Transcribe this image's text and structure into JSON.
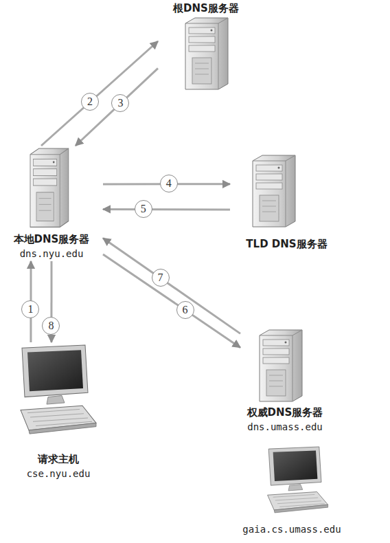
{
  "diagram": {
    "nodes": [
      {
        "text": [
          "根DNS服务器"
        ]
      },
      {
        "text": [
          "本地DNS服务器",
          "dns.nyu.edu"
        ]
      },
      {
        "text": [
          "TLD DNS服务器"
        ]
      },
      {
        "text": [
          "权威DNS服务器",
          "dns.umass.edu"
        ]
      },
      {
        "text": [
          "请求主机",
          "cse.nyu.edu"
        ]
      },
      {
        "text": [
          "gaia.cs.umass.edu"
        ]
      }
    ],
    "edges": [
      {
        "from": 4,
        "to": 1,
        "label": "1",
        "arrow": "to"
      },
      {
        "from": 1,
        "to": 0,
        "label": "2",
        "arrow": "to"
      },
      {
        "from": 0,
        "to": 1,
        "label": "3",
        "arrow": "to"
      },
      {
        "from": 1,
        "to": 2,
        "label": "4",
        "arrow": "to"
      },
      {
        "from": 2,
        "to": 1,
        "label": "5",
        "arrow": "to"
      },
      {
        "from": 1,
        "to": 3,
        "label": "6",
        "arrow": "to"
      },
      {
        "from": 3,
        "to": 1,
        "label": "7",
        "arrow": "to"
      },
      {
        "from": 1,
        "to": 4,
        "label": "8",
        "arrow": "to"
      }
    ]
  }
}
